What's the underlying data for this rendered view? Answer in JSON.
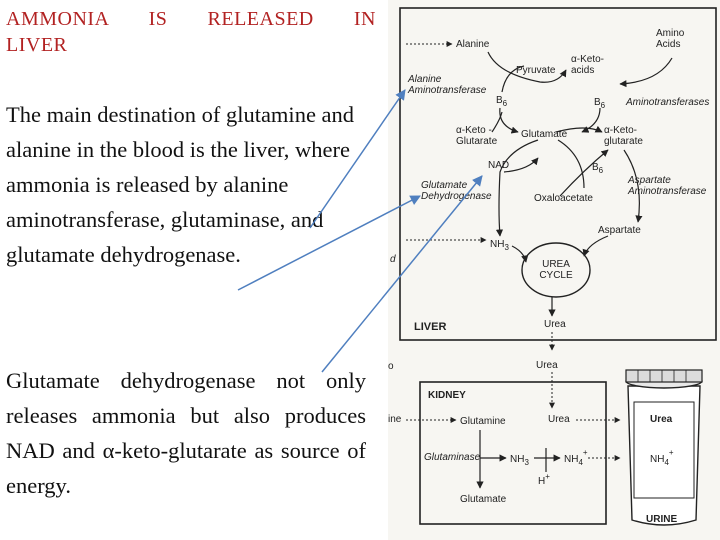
{
  "slide": {
    "title_line1": "AMMONIA IS RELEASED IN",
    "title_line2": "LIVER",
    "paragraph1": "The main destination of glutamine and alanine in the blood is the liver, where ammonia is released by alanine aminotransferase, glutaminase, and glutamate dehydrogenase.",
    "paragraph2": "Glutamate dehydrogenase not only releases ammonia but also produces NAD and α-keto-glutarate as source of energy."
  },
  "figure": {
    "amino_acids_1": "Amino",
    "amino_acids_2": "Acids",
    "alanine": "Alanine",
    "pyruvate": "Pyruvate",
    "aketo_acids_1": "α-Keto-",
    "aketo_acids_2": "acids",
    "alanine_at_1": "Alanine",
    "alanine_at_2": "Aminotransferase",
    "b6_left": "B",
    "b6_right": "B",
    "b6_sub": "6",
    "aminotransferases": "Aminotransferases",
    "akg_left_1": "α-Keto -",
    "akg_left_2": "Glutarate",
    "glutamate": "Glutamate",
    "akg_right_1": "α-Keto-",
    "akg_right_2": "glutarate",
    "nad": "NAD",
    "b6_lower": "B",
    "aspartate_at_1": "Aspartate",
    "aspartate_at_2": "Aminotransferase",
    "gdh_1": "Glutamate",
    "gdh_2": "Dehydrogenase",
    "oxaloacetate": "Oxaloacetate",
    "aspartate": "Aspartate",
    "nh3": "NH",
    "nh3_sub": "3",
    "urea_cycle_1": "UREA",
    "urea_cycle_2": "CYCLE",
    "left_d": "d",
    "liver": "LIVER",
    "urea_liver": "Urea",
    "left_o": "o",
    "urea_blood": "Urea",
    "kidney": "KIDNEY",
    "left_ine": "ine",
    "glutamine": "Glutamine",
    "urea_kidney": "Urea",
    "urea_urine": "Urea",
    "glutaminase": "Glutaminase",
    "nh3_kidney": "NH",
    "nh3_kidney_sub": "3",
    "nh4_kidney": "NH",
    "nh4_kidney_sub": "4",
    "nh4_kidney_sup": "+",
    "nh4_urine": "NH",
    "nh4_urine_sub": "4",
    "nh4_urine_sup": "+",
    "h_plus": "H",
    "h_plus_sup": "+",
    "glutamate_kidney": "Glutamate",
    "urine": "URINE"
  }
}
